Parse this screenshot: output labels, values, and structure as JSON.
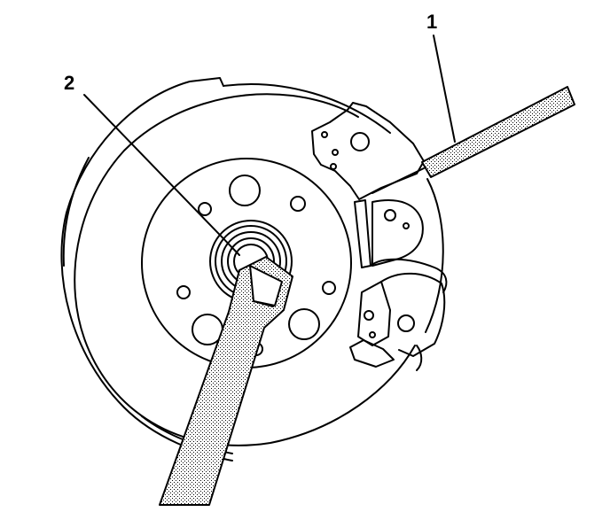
{
  "callouts": [
    {
      "id": "1",
      "text": "1"
    },
    {
      "id": "2",
      "text": "2"
    }
  ],
  "colors": {
    "line": "#000000",
    "background": "#ffffff",
    "tool_fill": "#b8b8b8"
  }
}
